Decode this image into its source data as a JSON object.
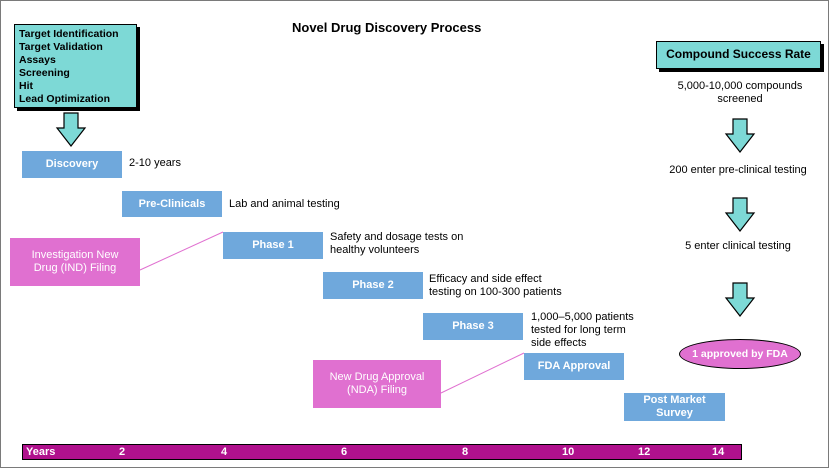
{
  "title": "Novel Drug Discovery Process",
  "target_box": {
    "lines": [
      "Target Identification",
      "Target Validation",
      "Assays",
      "Screening",
      "Hit",
      "Lead Optimization"
    ]
  },
  "phases": [
    {
      "label": "Discovery",
      "description": [
        "2-10 years"
      ]
    },
    {
      "label": "Pre-Clinicals",
      "description": [
        "Lab and animal testing"
      ]
    },
    {
      "label": "Phase 1",
      "description": [
        "Safety and dosage tests on",
        "healthy volunteers"
      ]
    },
    {
      "label": "Phase 2",
      "description": [
        "Efficacy and side effect",
        "testing on 100-300 patients"
      ]
    },
    {
      "label": "Phase 3",
      "description": [
        "1,000–5,000 patients",
        "tested for long term",
        "side effects"
      ]
    },
    {
      "label": "FDA Approval",
      "description": []
    },
    {
      "label": [
        "Post Market",
        "Survey"
      ],
      "description": []
    }
  ],
  "filings": {
    "ind": [
      "Investigation New",
      "Drug (IND) Filing"
    ],
    "nda": [
      "New Drug Approval",
      "(NDA) Filing"
    ]
  },
  "success": {
    "title": "Compound Success Rate",
    "steps": [
      [
        "5,000-10,000 compounds",
        "screened"
      ],
      [
        "200 enter pre-clinical testing"
      ],
      [
        "5 enter clinical testing"
      ]
    ],
    "final": "1 approved by FDA"
  },
  "years_axis": {
    "label": "Years",
    "ticks": [
      "2",
      "4",
      "6",
      "8",
      "10",
      "12",
      "14"
    ]
  },
  "colors": {
    "cyan": "#7dd9d6",
    "phase_blue": "#6fa8dc",
    "pink": "#e070d0",
    "years_bar": "#b0118d"
  }
}
